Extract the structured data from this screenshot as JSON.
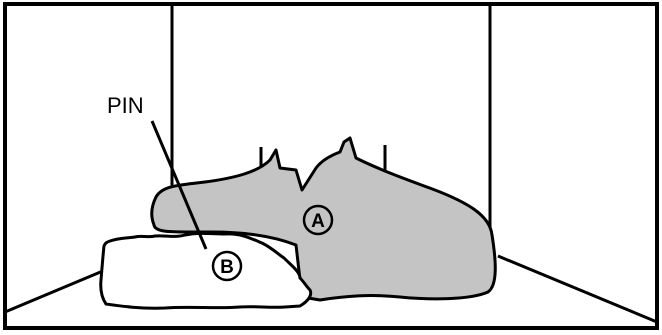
{
  "diagram": {
    "pin_label": "PIN",
    "callout_a": "A",
    "callout_b": "B",
    "colors": {
      "stroke": "#000000",
      "log_a_fill": "#c4c4c4",
      "log_b_fill": "#ffffff",
      "background": "#ffffff"
    }
  }
}
